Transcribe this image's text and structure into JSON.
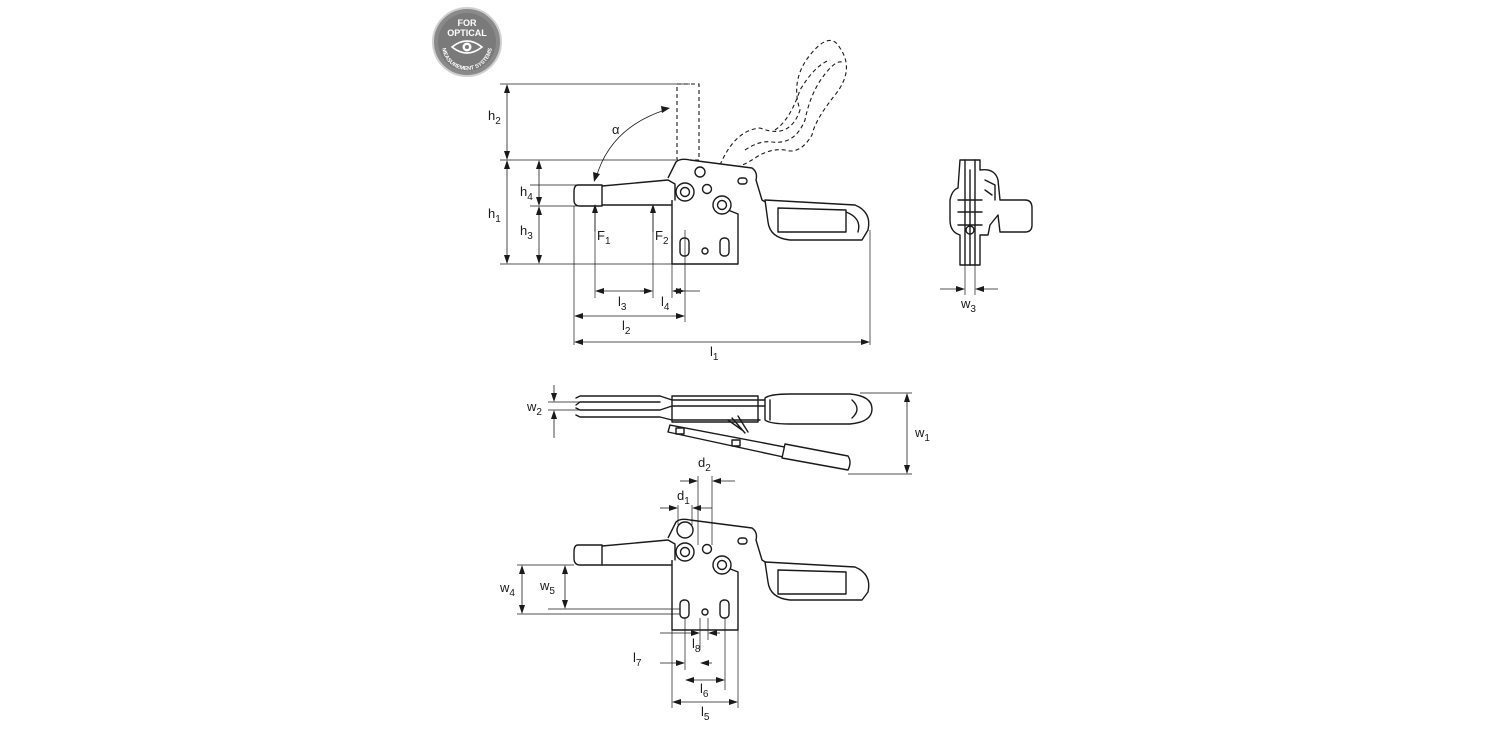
{
  "badge": {
    "line1": "FOR",
    "line2": "OPTICAL",
    "arc_text": "MEASUREMENT SYSTEMS",
    "icon": "eye-icon",
    "color": "#7a7a7a"
  },
  "angle_label": "α",
  "labels": {
    "h1": {
      "base": "h",
      "sub": "1"
    },
    "h2": {
      "base": "h",
      "sub": "2"
    },
    "h3": {
      "base": "h",
      "sub": "3"
    },
    "h4": {
      "base": "h",
      "sub": "4"
    },
    "F1": {
      "base": "F",
      "sub": "1"
    },
    "F2": {
      "base": "F",
      "sub": "2"
    },
    "l1": {
      "base": "l",
      "sub": "1"
    },
    "l2": {
      "base": "l",
      "sub": "2"
    },
    "l3": {
      "base": "l",
      "sub": "3"
    },
    "l4": {
      "base": "l",
      "sub": "4"
    },
    "l5": {
      "base": "l",
      "sub": "5"
    },
    "l6": {
      "base": "l",
      "sub": "6"
    },
    "l7": {
      "base": "l",
      "sub": "7"
    },
    "l8": {
      "base": "l",
      "sub": "8"
    },
    "w1": {
      "base": "w",
      "sub": "1"
    },
    "w2": {
      "base": "w",
      "sub": "2"
    },
    "w3": {
      "base": "w",
      "sub": "3"
    },
    "w4": {
      "base": "w",
      "sub": "4"
    },
    "w5": {
      "base": "w",
      "sub": "5"
    },
    "d1": {
      "base": "d",
      "sub": "1"
    },
    "d2": {
      "base": "d",
      "sub": "2"
    }
  }
}
